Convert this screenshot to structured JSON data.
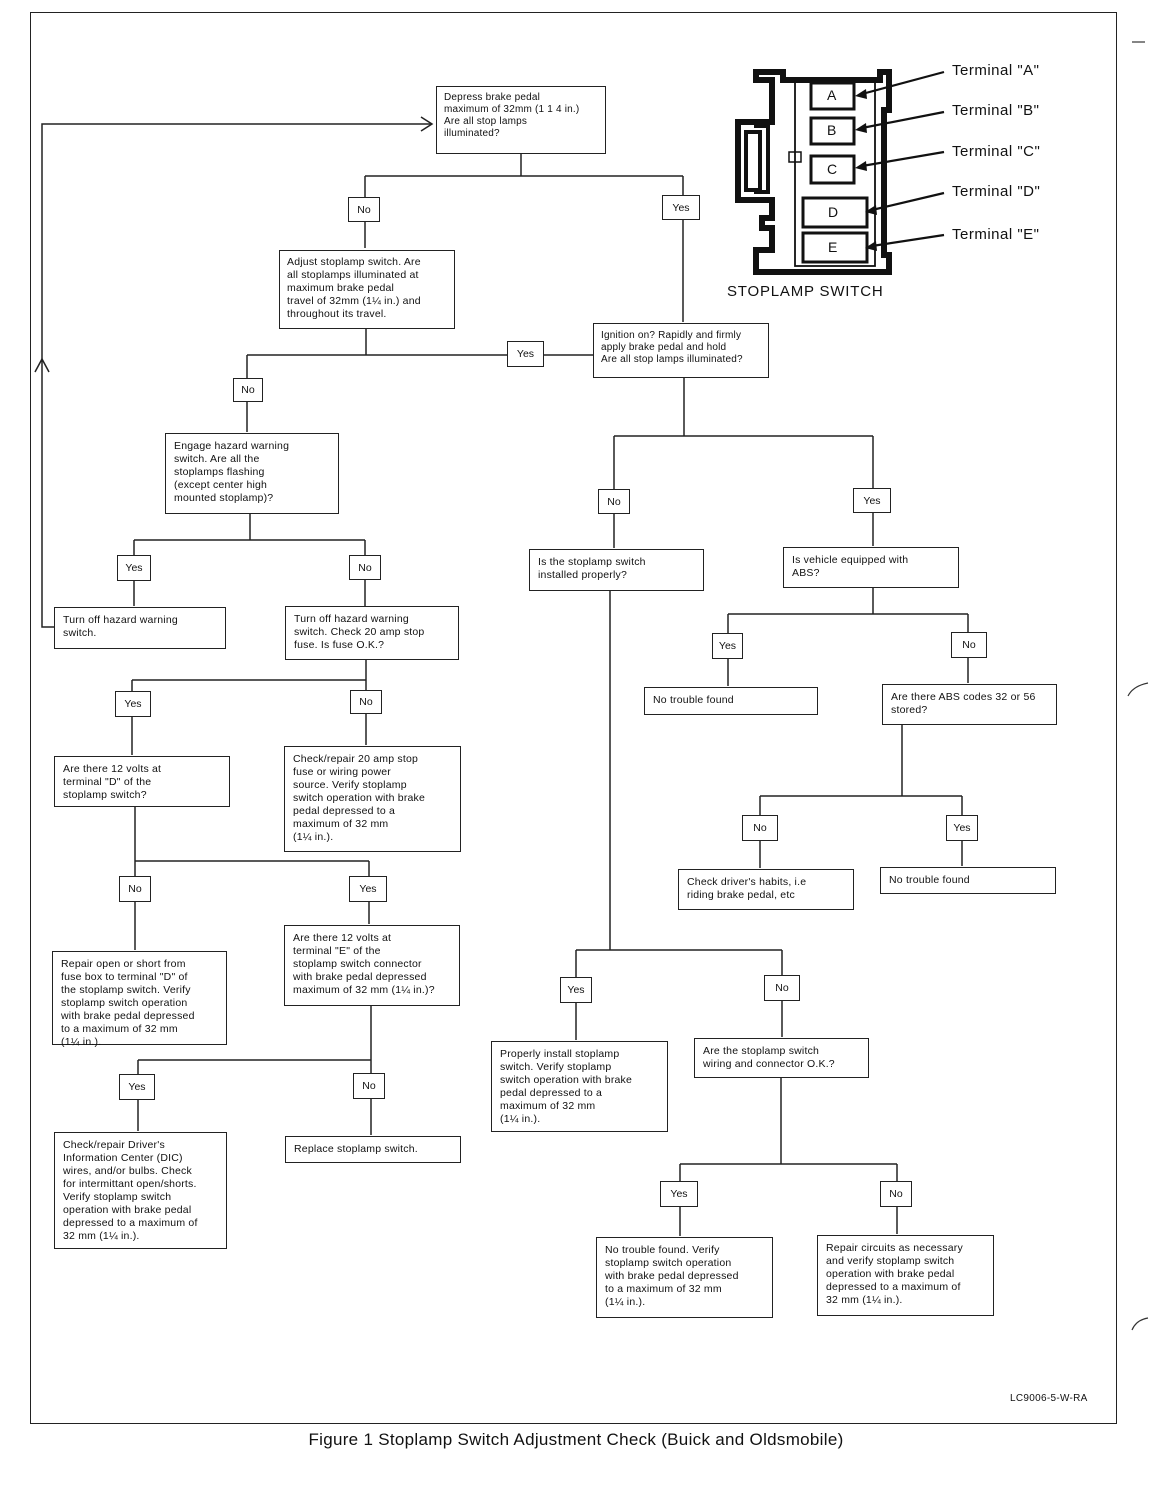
{
  "nodes": {
    "n_depress": "Depress brake pedal\nmaximum of 32mm (1 1 4 in.)\nAre all stop lamps\nilluminated?",
    "n_adjust": "Adjust stoplamp switch. Are\nall stoplamps illuminated at\nmaximum brake pedal\ntravel of 32mm (1¼ in.) and\nthroughout its travel.",
    "n_ignition": "Ignition on? Rapidly and firmly\napply brake pedal and hold\nAre all stop lamps illuminated?",
    "n_hazard": "Engage hazard warning\nswitch. Are all the\nstoplamps flashing\n(except center high\nmounted stoplamp)?",
    "n_turnoff": "Turn off hazard warning\nswitch.",
    "n_turnoff_check": "Turn off hazard warning\nswitch. Check 20 amp stop\nfuse. Is fuse O.K.?",
    "n_12v_d": "Are there 12 volts at\nterminal \"D\" of the\nstoplamp switch?",
    "n_check_fuse": "Check/repair 20 amp stop\nfuse or wiring power\nsource. Verify stoplamp\nswitch operation with brake\npedal depressed to a\nmaximum of 32 mm\n(1¼ in.).",
    "n_repair_open": "Repair open or short from\nfuse box to terminal \"D\" of\nthe stoplamp switch. Verify\nstoplamp switch operation\nwith brake pedal depressed\nto a maximum of 32 mm\n(1¼ in.).",
    "n_12v_e": "Are there 12 volts at\nterminal \"E\" of the\nstoplamp switch connector\nwith brake pedal depressed\nmaximum of 32 mm (1¼ in.)?",
    "n_dic": "Check/repair Driver's\nInformation Center (DIC)\nwires, and/or bulbs. Check\nfor intermittant open/shorts.\nVerify stoplamp switch\noperation with brake pedal\ndepressed to a maximum of\n32 mm (1¼ in.).",
    "n_replace": "Replace stoplamp switch.",
    "n_installed": "Is the stoplamp switch\ninstalled properly?",
    "n_abs": "Is vehicle equipped with\nABS?",
    "n_ntf1": "No trouble found",
    "n_abs_codes": "Are there ABS codes 32 or 56\nstored?",
    "n_habits": "Check driver's habits, i.e\nriding brake pedal, etc",
    "n_ntf2": "No trouble found",
    "n_install": "Properly install stoplamp\nswitch. Verify stoplamp\nswitch operation with brake\npedal depressed to a\nmaximum of 32 mm\n(1¼ in.).",
    "n_wiring": "Are the stoplamp switch\nwiring and connector O.K.?",
    "n_ntf_verify": "No trouble found. Verify\nstoplamp switch operation\nwith brake pedal depressed\nto a maximum of 32 mm\n(1¼ in.).",
    "n_repair_circ": "Repair circuits as necessary\nand verify stoplamp switch\noperation with brake pedal\ndepressed to a maximum of\n32 mm (1¼ in.)."
  },
  "labels": {
    "l1": "No",
    "l2": "Yes",
    "l3": "Yes",
    "l4": "No",
    "l5": "Yes",
    "l6": "No",
    "l7": "Yes",
    "l8": "No",
    "l9": "No",
    "l10": "Yes",
    "l11": "Yes",
    "l12": "No",
    "l13": "No",
    "l14": "Yes",
    "l15": "Yes",
    "l16": "No",
    "l17": "No",
    "l18": "Yes",
    "l19": "Yes",
    "l20": "No"
  },
  "switch": {
    "title": "STOPLAMP SWITCH",
    "terminals": [
      "Terminal \"A\"",
      "Terminal \"B\"",
      "Terminal \"C\"",
      "Terminal \"D\"",
      "Terminal \"E\""
    ],
    "letters": [
      "A",
      "B",
      "C",
      "D",
      "E"
    ]
  },
  "figure_code": "LC9006-5-W-RA",
  "caption": "Figure 1 Stoplamp Switch Adjustment Check (Buick and Oldsmobile)"
}
